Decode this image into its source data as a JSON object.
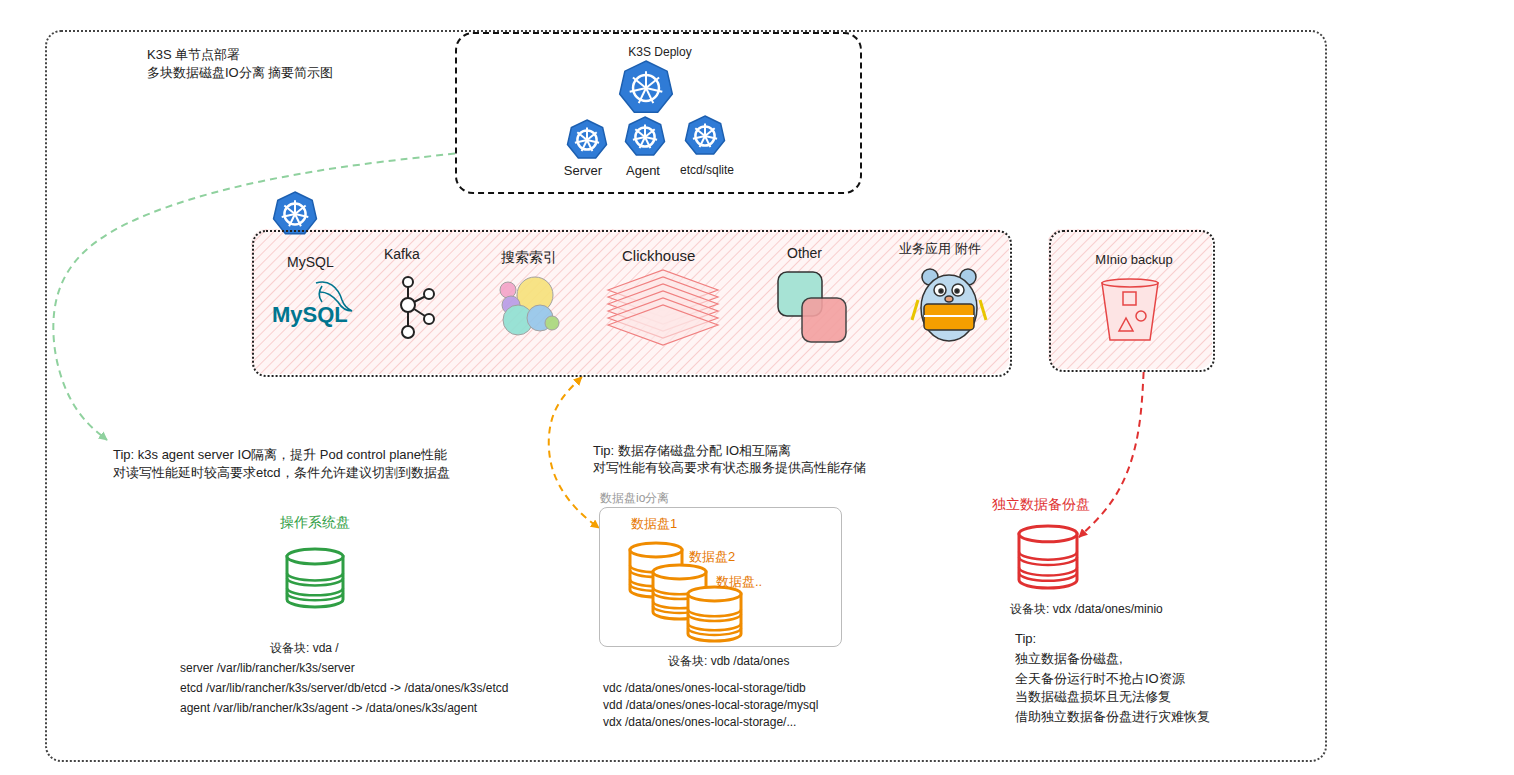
{
  "diagram": {
    "nodes": [
      {
        "text": [
          "K3S 单节点部署 多块数据磁盘IO分离 摘要简示图"
        ]
      },
      {
        "text": [
          "K3S Deploy"
        ],
        "in": 0
      },
      {
        "text": [
          "MySQL",
          "Kafka",
          "搜索索引",
          "Clickhouse",
          "Other",
          "业务应用 附件"
        ],
        "in": 0
      },
      {
        "text": [
          "MInio backup"
        ],
        "in": 0
      },
      {
        "text": [
          "Tip: k3s agent server IO隔离，提升 Pod control plane性能 对读写性能延时较高要求etcd，条件允许建议切割到数据盘",
          "操作系统盘"
        ],
        "in": 0
      },
      {
        "text": [
          "数据盘io分离"
        ],
        "in": 0
      },
      {
        "text": [
          "数据盘1"
        ],
        "in": 5
      },
      {
        "text": [
          "数据盘2"
        ],
        "in": 5
      },
      {
        "text": [
          "数据盘.."
        ],
        "in": 5
      },
      {
        "text": [
          "独立数据备份盘"
        ],
        "in": 0
      }
    ],
    "edges": [
      {
        "from": 1,
        "to": 4,
        "arrow": "to"
      },
      {
        "from": 2,
        "to": 5,
        "arrow": "both"
      },
      {
        "from": 3,
        "to": 9,
        "arrow": "to"
      }
    ],
    "labels": [
      "Server",
      "Agent",
      "etcd/sqlite",
      "MySQL",
      "Tip: 数据存储磁盘分配 IO相互隔离 对写性能有较高要求有状态服务提供高性能存储",
      "设备块: vda /",
      "server /var/lib/rancher/k3s/server",
      "etcd /var/lib/rancher/k3s/server/db/etcd -> /data/ones/k3s/etcd",
      "agent /var/lib/rancher/k3s/agent -> /data/ones/k3s/agent",
      "设备块: vdb /data/ones",
      "vdc /data/ones/ones-local-storage/tidb",
      "vdd /data/ones/ones-local-storage/mysql",
      "vdx /data/ones/ones-local-storage/...",
      "设备块: vdx /data/ones/minio",
      "Tip:",
      "独立数据备份磁盘,",
      "全天备份运行时不抢占IO资源",
      "当数据磁盘损坏且无法修复",
      "借助独立数据备份盘进行灾难恢复"
    ]
  }
}
